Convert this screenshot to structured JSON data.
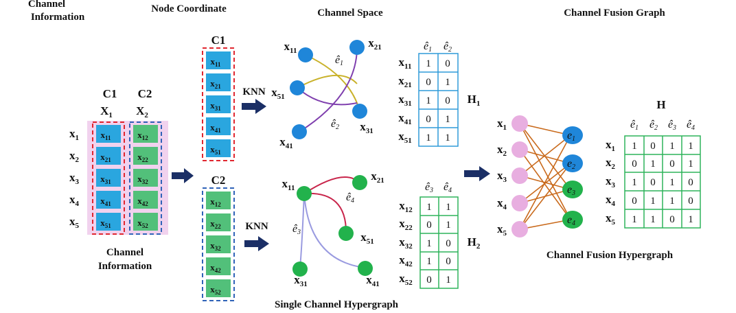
{
  "headers": {
    "channel_information_top": [
      "Channel",
      "Information"
    ],
    "node_coordinate": "Node Coordinate",
    "channel_space": "Channel Space",
    "channel_fusion_graph": "Channel Fusion Graph"
  },
  "channel_info": {
    "columns": [
      {
        "name": "C1",
        "var": "X",
        "sub": "1",
        "cells": [
          "11",
          "21",
          "31",
          "41",
          "51"
        ]
      },
      {
        "name": "C2",
        "var": "X",
        "sub": "2",
        "cells": [
          "12",
          "22",
          "32",
          "42",
          "52"
        ]
      }
    ],
    "row_labels": [
      "1",
      "2",
      "3",
      "4",
      "5"
    ],
    "caption": [
      "Channel",
      "Information"
    ]
  },
  "node_coordinate": {
    "c1": {
      "label": "C1",
      "cells": [
        "11",
        "21",
        "31",
        "41",
        "51"
      ]
    },
    "c2": {
      "label": "C2",
      "cells": [
        "12",
        "22",
        "32",
        "42",
        "52"
      ]
    }
  },
  "knn_label": "KNN",
  "hypergraph_1": {
    "nodes": [
      "11",
      "21",
      "51",
      "31",
      "41"
    ],
    "edges": [
      "1",
      "2"
    ],
    "matrix_name": "H",
    "matrix_sub": "1",
    "col_heads": [
      "1",
      "2"
    ],
    "row_labels": [
      "11",
      "21",
      "31",
      "41",
      "51"
    ],
    "rows": [
      [
        1,
        0
      ],
      [
        0,
        1
      ],
      [
        1,
        0
      ],
      [
        0,
        1
      ],
      [
        1,
        1
      ]
    ]
  },
  "hypergraph_2": {
    "nodes": [
      "11",
      "21",
      "51",
      "31",
      "41"
    ],
    "edges": [
      "3",
      "4"
    ],
    "matrix_name": "H",
    "matrix_sub": "2",
    "col_heads": [
      "3",
      "4"
    ],
    "row_labels": [
      "12",
      "22",
      "32",
      "42",
      "52"
    ],
    "rows": [
      [
        1,
        1
      ],
      [
        0,
        1
      ],
      [
        1,
        0
      ],
      [
        1,
        0
      ],
      [
        0,
        1
      ]
    ],
    "caption": "Single Channel Hypergraph"
  },
  "fusion": {
    "nodes": [
      "1",
      "2",
      "3",
      "4",
      "5"
    ],
    "hyperedges": [
      "1",
      "2",
      "3",
      "4"
    ],
    "caption": "Channel Fusion Hypergraph",
    "matrix_name": "H",
    "col_heads": [
      "1",
      "2",
      "3",
      "4"
    ],
    "row_labels": [
      "1",
      "2",
      "3",
      "4",
      "5"
    ],
    "rows": [
      [
        1,
        0,
        1,
        1
      ],
      [
        0,
        1,
        0,
        1
      ],
      [
        1,
        0,
        1,
        0
      ],
      [
        0,
        1,
        1,
        0
      ],
      [
        1,
        1,
        0,
        1
      ]
    ]
  },
  "colors": {
    "blue_node": "#1f86d9",
    "green_node": "#22b24c",
    "pink_node": "#e8aee0",
    "cell_blue": "#2aa6df",
    "cell_green": "#52c07a",
    "red_dash": "#e0262f",
    "blue_dash": "#2f62b8",
    "arrow": "#1b2f66",
    "edge_yellow": "#c9b22b",
    "edge_purple": "#7f3fae",
    "edge_red": "#c8244a",
    "edge_lavender": "#9a9be0",
    "edge_orange": "#c96a1c",
    "grid_blue": "#2f9ad8",
    "grid_green": "#2db35a"
  }
}
